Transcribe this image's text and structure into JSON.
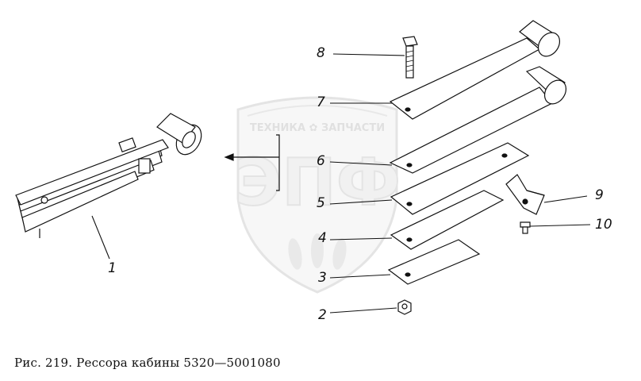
{
  "watermark": {
    "brand_line": "ТЕХНИКА ✿ ЗАПЧАСТИ",
    "logo_letters": "ЭПФ"
  },
  "callouts": {
    "p1": "1",
    "p2": "2",
    "p3": "3",
    "p4": "4",
    "p5": "5",
    "p6": "6",
    "p7": "7",
    "p8": "8",
    "p9": "9",
    "p10": "10"
  },
  "caption": "Рис. 219. Рессора кабины 5320—5001080",
  "colors": {
    "ink": "#111111",
    "watermark": "#d9d9d9"
  }
}
